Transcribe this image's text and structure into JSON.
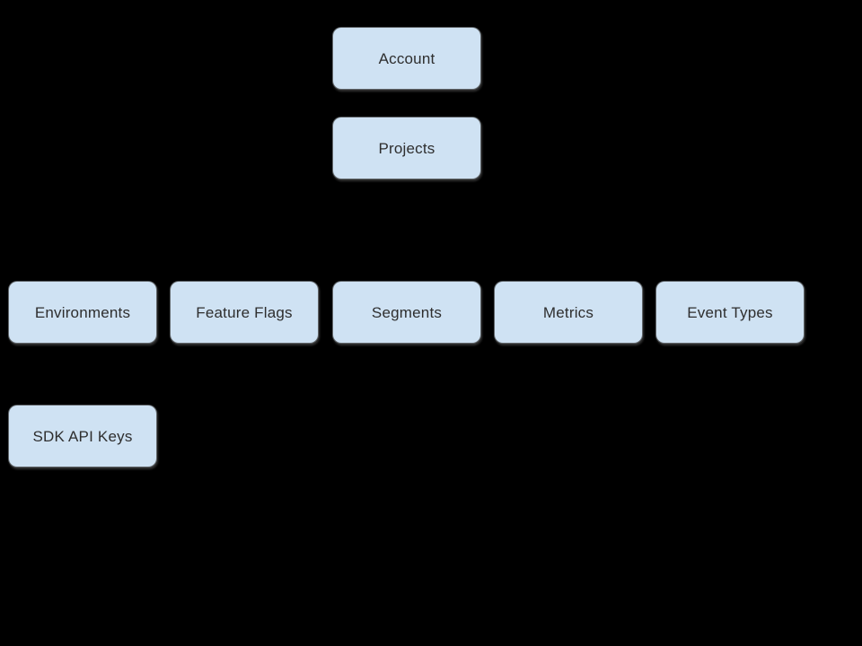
{
  "diagram": {
    "background_color": "#000000",
    "node_fill_color": "#cfe2f3",
    "node_text_color": "#2e2e2e",
    "nodes": [
      {
        "id": "account",
        "label": "Account"
      },
      {
        "id": "projects",
        "label": "Projects"
      },
      {
        "id": "environments",
        "label": "Environments"
      },
      {
        "id": "feature-flags",
        "label": "Feature Flags"
      },
      {
        "id": "segments",
        "label": "Segments"
      },
      {
        "id": "metrics",
        "label": "Metrics"
      },
      {
        "id": "event-types",
        "label": "Event Types"
      },
      {
        "id": "sdk-api-keys",
        "label": "SDK API Keys"
      }
    ]
  }
}
